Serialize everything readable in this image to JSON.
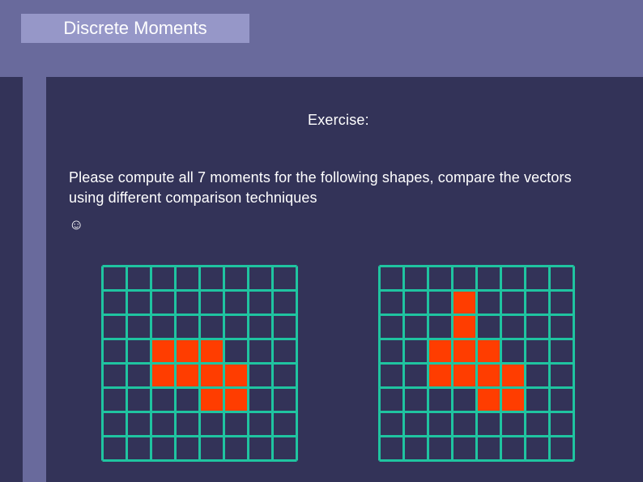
{
  "slide": {
    "title": "Discrete Moments",
    "exercise_label": "Exercise:",
    "instructions": "Please compute all 7 moments for the following shapes, compare the vectors using different comparison techniques",
    "smiley": "☺"
  },
  "colors": {
    "background": "#333358",
    "bars": "#696a9c",
    "title_box": "#9697c8",
    "grid_line": "#1fc4a0",
    "filled_cell": "#ff3d00"
  },
  "grids": [
    {
      "rows": 8,
      "cols": 8,
      "filled": [
        [
          3,
          2
        ],
        [
          3,
          3
        ],
        [
          3,
          4
        ],
        [
          4,
          2
        ],
        [
          4,
          3
        ],
        [
          4,
          4
        ],
        [
          4,
          5
        ],
        [
          5,
          4
        ],
        [
          5,
          5
        ]
      ]
    },
    {
      "rows": 8,
      "cols": 8,
      "filled": [
        [
          1,
          3
        ],
        [
          2,
          3
        ],
        [
          3,
          2
        ],
        [
          3,
          3
        ],
        [
          3,
          4
        ],
        [
          4,
          2
        ],
        [
          4,
          3
        ],
        [
          4,
          4
        ],
        [
          4,
          5
        ],
        [
          5,
          4
        ],
        [
          5,
          5
        ]
      ]
    }
  ]
}
